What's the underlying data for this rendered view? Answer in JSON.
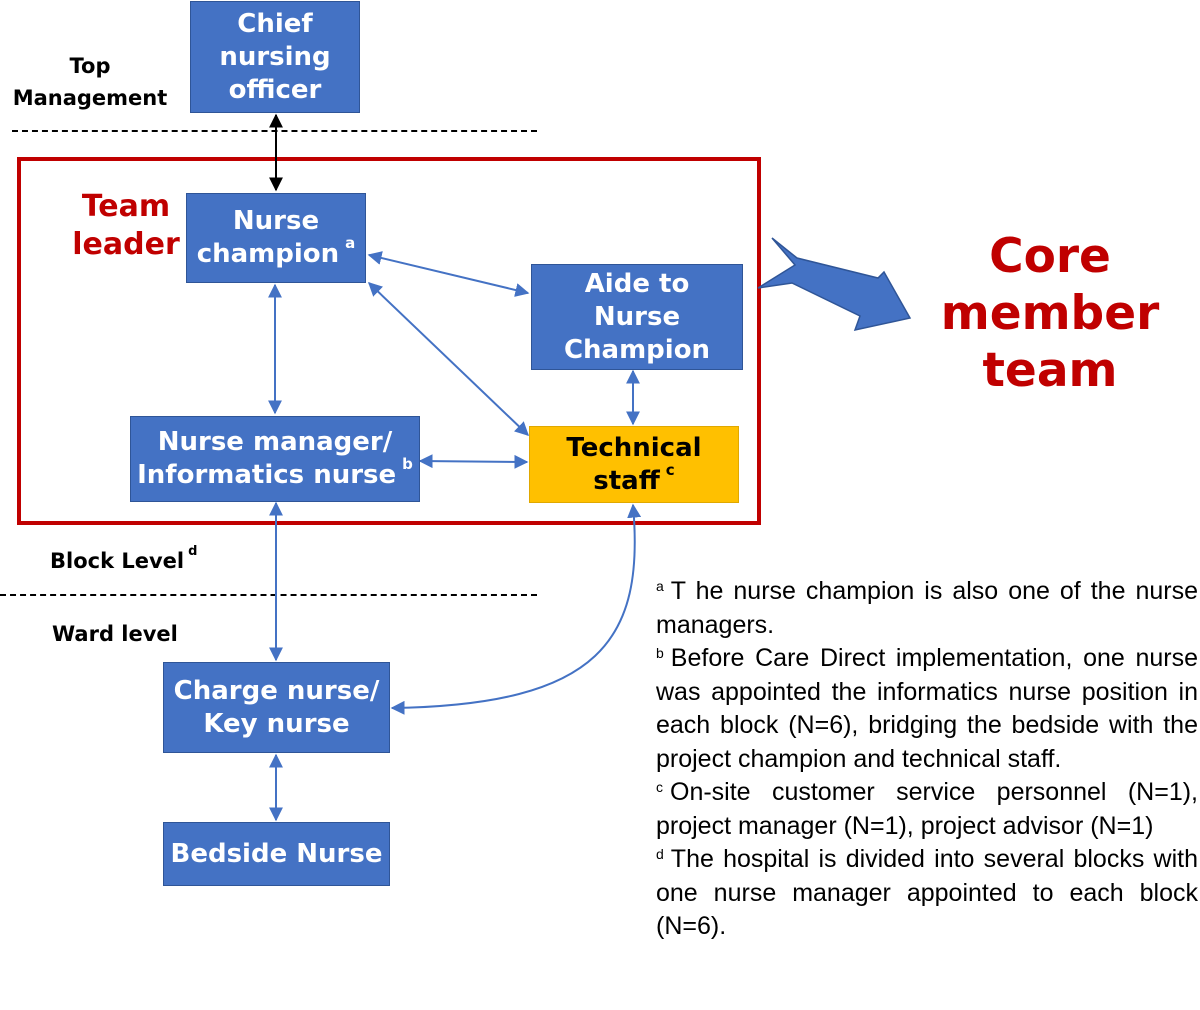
{
  "levels": {
    "top_management": "Top\nManagement",
    "block_level": "Block Level",
    "block_level_note": "d",
    "ward_level": "Ward level"
  },
  "labels": {
    "team_leader": "Team\nleader",
    "core_member_team": "Core\nmember\nteam"
  },
  "nodes": {
    "chief_nursing_officer": {
      "text": "Chief\nnursing\nofficer",
      "note": ""
    },
    "nurse_champion": {
      "text": "Nurse\nchampion",
      "note": "a"
    },
    "aide_to_nurse_champion": {
      "text": "Aide to\nNurse\nChampion",
      "note": ""
    },
    "nurse_manager": {
      "text": "Nurse manager/\nInformatics nurse",
      "note": "b"
    },
    "technical_staff": {
      "text": "Technical\nstaff",
      "note": "c"
    },
    "charge_nurse": {
      "text": "Charge nurse/\nKey nurse",
      "note": ""
    },
    "bedside_nurse": {
      "text": "Bedside Nurse",
      "note": ""
    }
  },
  "footnotes": [
    {
      "mark": "a",
      "text": "T he nurse champion is also one of the nurse managers."
    },
    {
      "mark": "b",
      "text": "Before Care Direct implementation, one nurse was appointed the informatics nurse position in each block (N=6), bridging the bedside with the project champion and technical staff."
    },
    {
      "mark": "c",
      "text": "On-site customer service personnel (N=1), project manager (N=1), project advisor (N=1)"
    },
    {
      "mark": "d",
      "text": "The hospital is divided into several blocks with one nurse manager appointed to each block (N=6)."
    }
  ],
  "colors": {
    "box_blue": "#4472c4",
    "box_yellow": "#ffc000",
    "frame_red": "#c00000",
    "connector_blue": "#4472c4"
  }
}
